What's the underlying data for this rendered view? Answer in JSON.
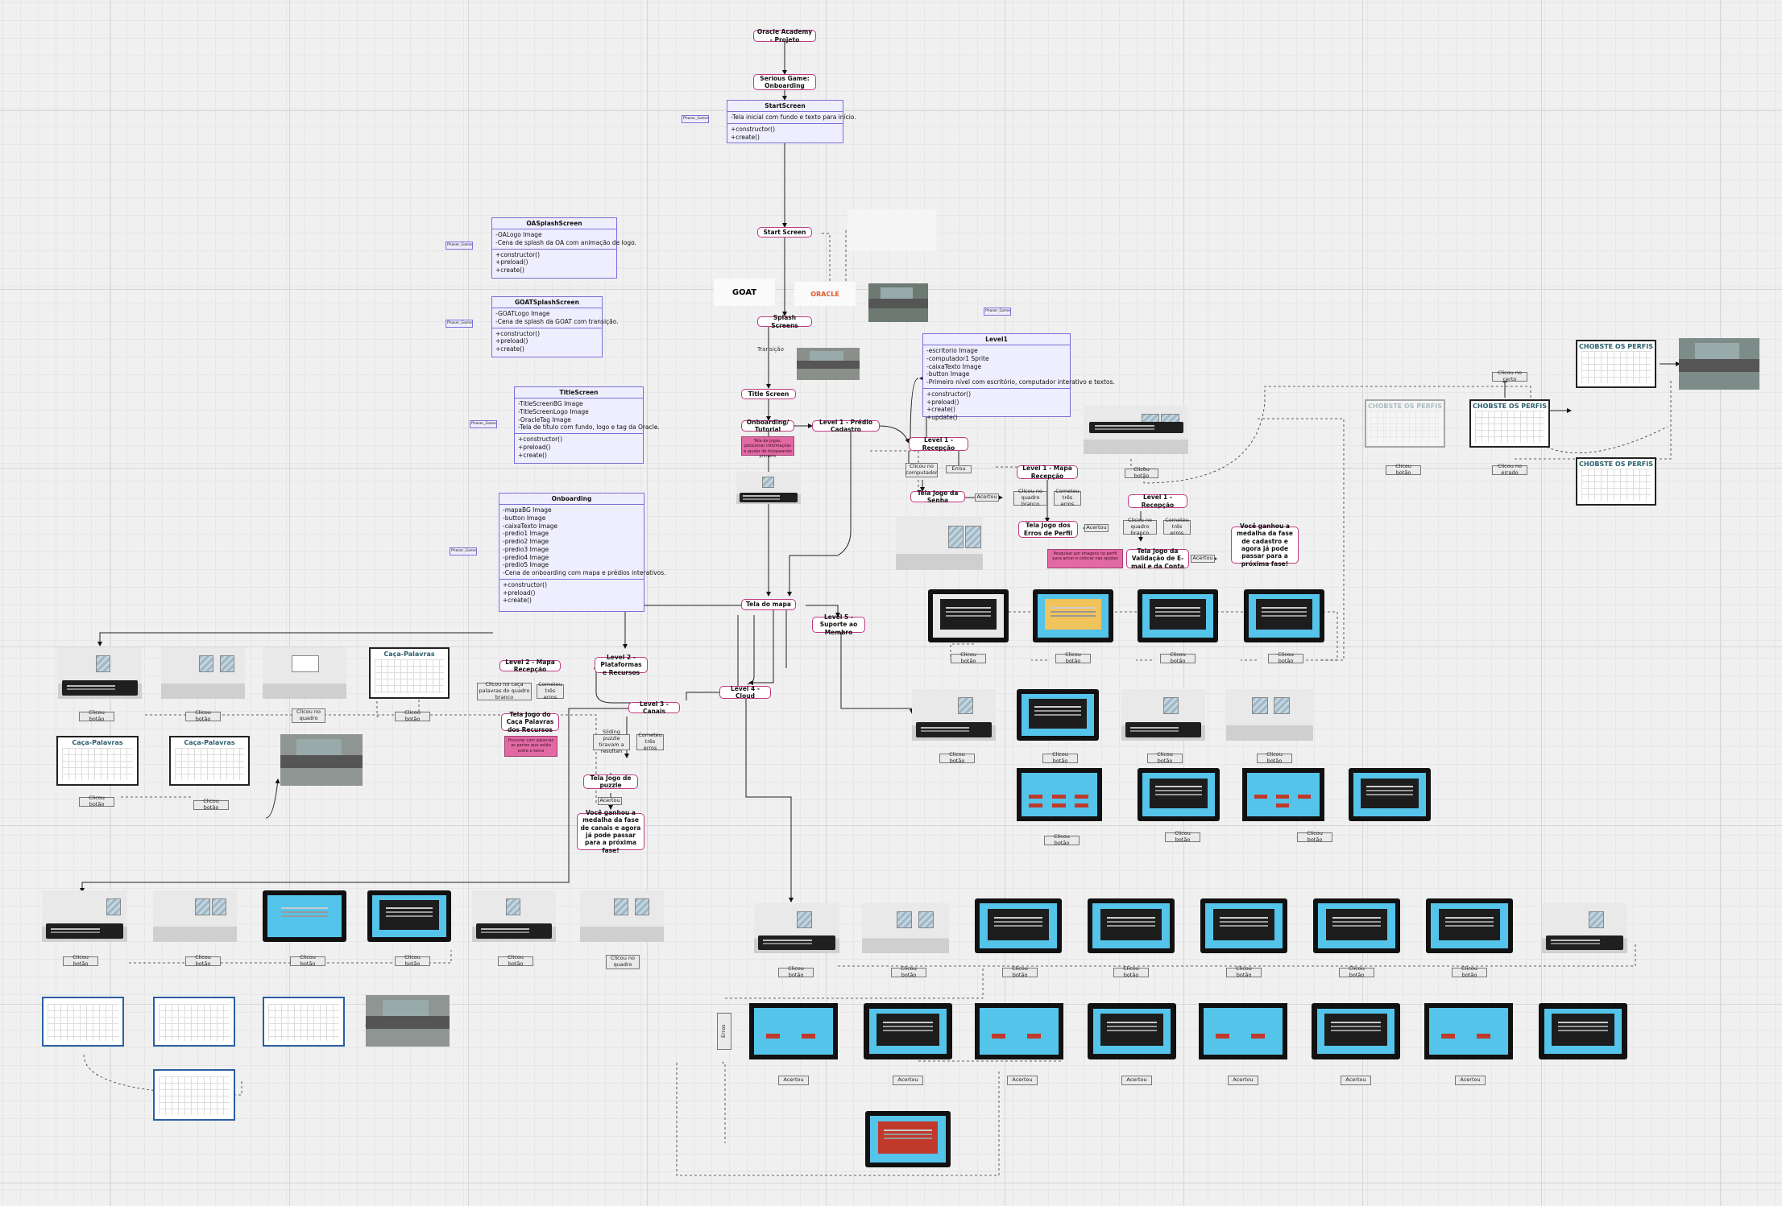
{
  "flow": {
    "root": "Oracle Academy - Projeto",
    "game": "Serious Game:\nOnboarding",
    "start": "Start Screen",
    "splash": "Splash Screens",
    "transicao": "Transição",
    "title": "Title Screen",
    "onboarding": "Onboarding/ Tutorial",
    "l1": "Level 1 - Prédio Cadastro",
    "l1_recep": "Level 1 - Recepção",
    "senha": "Tela Jogo da Senha",
    "l1_mapa": "Level 1 - Mapa Recepção",
    "erros_perfil": "Tela Jogo dos Erros de Perfil",
    "l1_recep2": "Level 1 - Recepção",
    "validacao": "Tela Jogo da Validação de E-mail e da Conta",
    "medalha1": "Você ganhou a medalha da fase de cadastro e agora já pode passar para a próxima fase!",
    "mapa": "Tela do mapa",
    "l2_mapa": "Level 2 - Mapa Recepção",
    "l2": "Level 2 - Plataformas e Recursos",
    "caca": "Tela Jogo do Caça Palavras dos Recursos",
    "l3": "Level 3 - Canais",
    "puzzle": "Tela Jogo de puzzle",
    "medalha3": "Você ganhou a medalha da fase de canais e agora já pode passar para a próxima fase!",
    "l4": "Level 4 - Cloud",
    "l5": "Level 5 - Suporte ao Membro"
  },
  "steps": {
    "clicou_comp": "Clicou no computador",
    "errou": "Errou",
    "acertou": "Acertou",
    "clicou_quadro": "Clicou no quadro branco",
    "cometeu": "Cometeu três erros",
    "clicou_botao": "Clicou botão",
    "clicou_caca": "Clicou no caça palavras do quadro branco",
    "sliding": "Sliding puzzle tiravam a resultan",
    "clicou_quadro2": "Clicou no quadro",
    "clicou_certo": "Clicou no certo",
    "clicou_errado": "Clicou no errado"
  },
  "notes": {
    "onb": "Tela de jogos, posicionar informações e ajudar de bloqueando primeiro",
    "l1": "Pesquisar por imagens no perfil para achar e colocar nas opções",
    "l2": "Procurar com palavras as partes que estão entre o tema"
  },
  "classes": {
    "start": {
      "name": "StartScreen",
      "fields": [
        "-Tela inicial com fundo e texto para início."
      ],
      "methods": [
        "+constructor()",
        "+create()"
      ]
    },
    "oa": {
      "name": "OASplashScreen",
      "fields": [
        "-OALogo Image",
        "-Cena de splash da OA com animação de logo."
      ],
      "methods": [
        "+constructor()",
        "+preload()",
        "+create()"
      ]
    },
    "goat": {
      "name": "GOATSplashScreen",
      "fields": [
        "-GOATLogo Image",
        "-Cena de splash da GOAT com transição."
      ],
      "methods": [
        "+constructor()",
        "+preload()",
        "+create()"
      ]
    },
    "title": {
      "name": "TitleScreen",
      "fields": [
        "-TitleScreenBG Image",
        "-TitleScreenLogo Image",
        "-OracleTag Image",
        "-Tela de título com fundo, logo e tag da Oracle."
      ],
      "methods": [
        "+constructor()",
        "+preload()",
        "+create()"
      ]
    },
    "onb": {
      "name": "Onboarding",
      "fields": [
        "-mapaBG Image",
        "-button Image",
        "-caixaTexto Image",
        "-predio1 Image",
        "-predio2 Image",
        "-predio3 Image",
        "-predio4 Image",
        "-predio5 Image",
        "-Cena de onboarding com mapa e prédios interativos."
      ],
      "methods": [
        "+constructor()",
        "+preload()",
        "+create()"
      ]
    },
    "level1": {
      "name": "Level1",
      "fields": [
        "-escritorio Image",
        "-computador1 Sprite",
        "-caixaTexto Image",
        "-button Image",
        "-Primeiro nível com escritório, computador interativo e textos."
      ],
      "methods": [
        "+constructor()",
        "+preload()",
        "+create()",
        "+update()"
      ]
    }
  },
  "labels": {
    "phaser": "Phaser_Game",
    "cacaTitle": "Caça-Palavras",
    "perfilTitle": "CHOBSTE OS PERFIS",
    "goat": "GOAT",
    "oracle": "ORACLE",
    "erros": "Erros"
  }
}
